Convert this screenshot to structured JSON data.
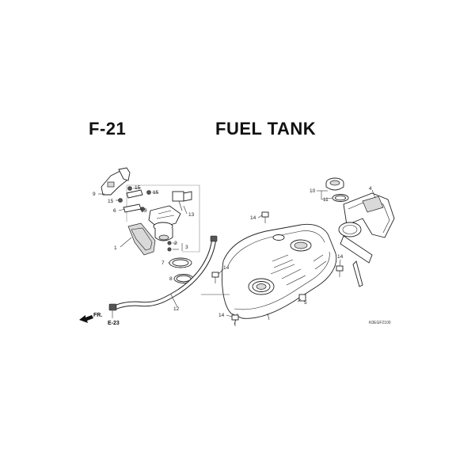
{
  "header": {
    "code": "F-21",
    "title": "FUEL TANK"
  },
  "callouts": [
    "1",
    "2",
    "3",
    "4",
    "5",
    "6",
    "7",
    "8",
    "9",
    "10",
    "11",
    "12",
    "13",
    "14",
    "14",
    "14",
    "14",
    "15",
    "15",
    "15",
    "15"
  ],
  "direction": {
    "label": "FR.",
    "reference": "E-23"
  },
  "diagram_code": "K0EGF2100"
}
